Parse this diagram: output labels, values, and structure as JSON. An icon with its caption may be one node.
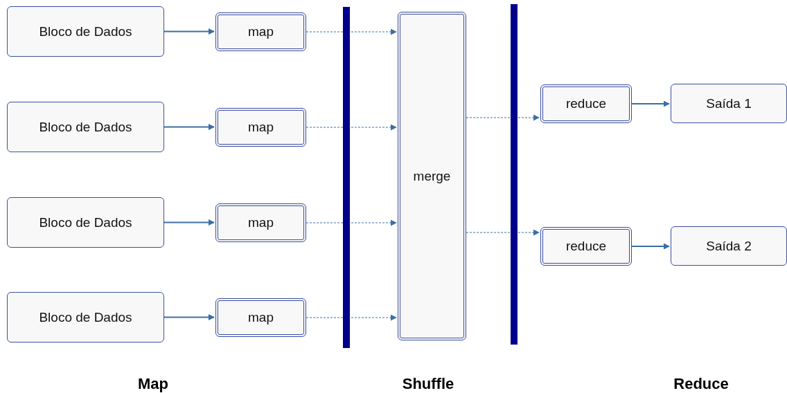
{
  "diagram": {
    "nodes": [
      {
        "text": [
          "Bloco de Dados"
        ]
      },
      {
        "text": [
          "Bloco de Dados"
        ]
      },
      {
        "text": [
          "Bloco de Dados"
        ]
      },
      {
        "text": [
          "Bloco de Dados"
        ]
      },
      {
        "text": [
          "map"
        ]
      },
      {
        "text": [
          "map"
        ]
      },
      {
        "text": [
          "map"
        ]
      },
      {
        "text": [
          "map"
        ]
      },
      {
        "text": [],
        "shape": "bar"
      },
      {
        "text": [
          "merge"
        ]
      },
      {
        "text": [],
        "shape": "bar"
      },
      {
        "text": [
          "reduce"
        ]
      },
      {
        "text": [
          "reduce"
        ]
      },
      {
        "text": [
          "Saída 1"
        ]
      },
      {
        "text": [
          "Saída 2"
        ]
      }
    ],
    "edges": [
      {
        "from": 0,
        "to": 4,
        "arrow": "to"
      },
      {
        "from": 1,
        "to": 5,
        "arrow": "to"
      },
      {
        "from": 2,
        "to": 6,
        "arrow": "to"
      },
      {
        "from": 3,
        "to": 7,
        "arrow": "to"
      },
      {
        "from": 4,
        "to": 9,
        "arrow": "to",
        "style": "dashed"
      },
      {
        "from": 5,
        "to": 9,
        "arrow": "to",
        "style": "dashed"
      },
      {
        "from": 6,
        "to": 9,
        "arrow": "to",
        "style": "dashed"
      },
      {
        "from": 7,
        "to": 9,
        "arrow": "to",
        "style": "dashed"
      },
      {
        "from": 9,
        "to": 11,
        "arrow": "to",
        "style": "dashed"
      },
      {
        "from": 9,
        "to": 12,
        "arrow": "to",
        "style": "dashed"
      },
      {
        "from": 11,
        "to": 13,
        "arrow": "to"
      },
      {
        "from": 12,
        "to": 14,
        "arrow": "to"
      }
    ],
    "labels": [
      "Map",
      "Shuffle",
      "Reduce"
    ]
  }
}
